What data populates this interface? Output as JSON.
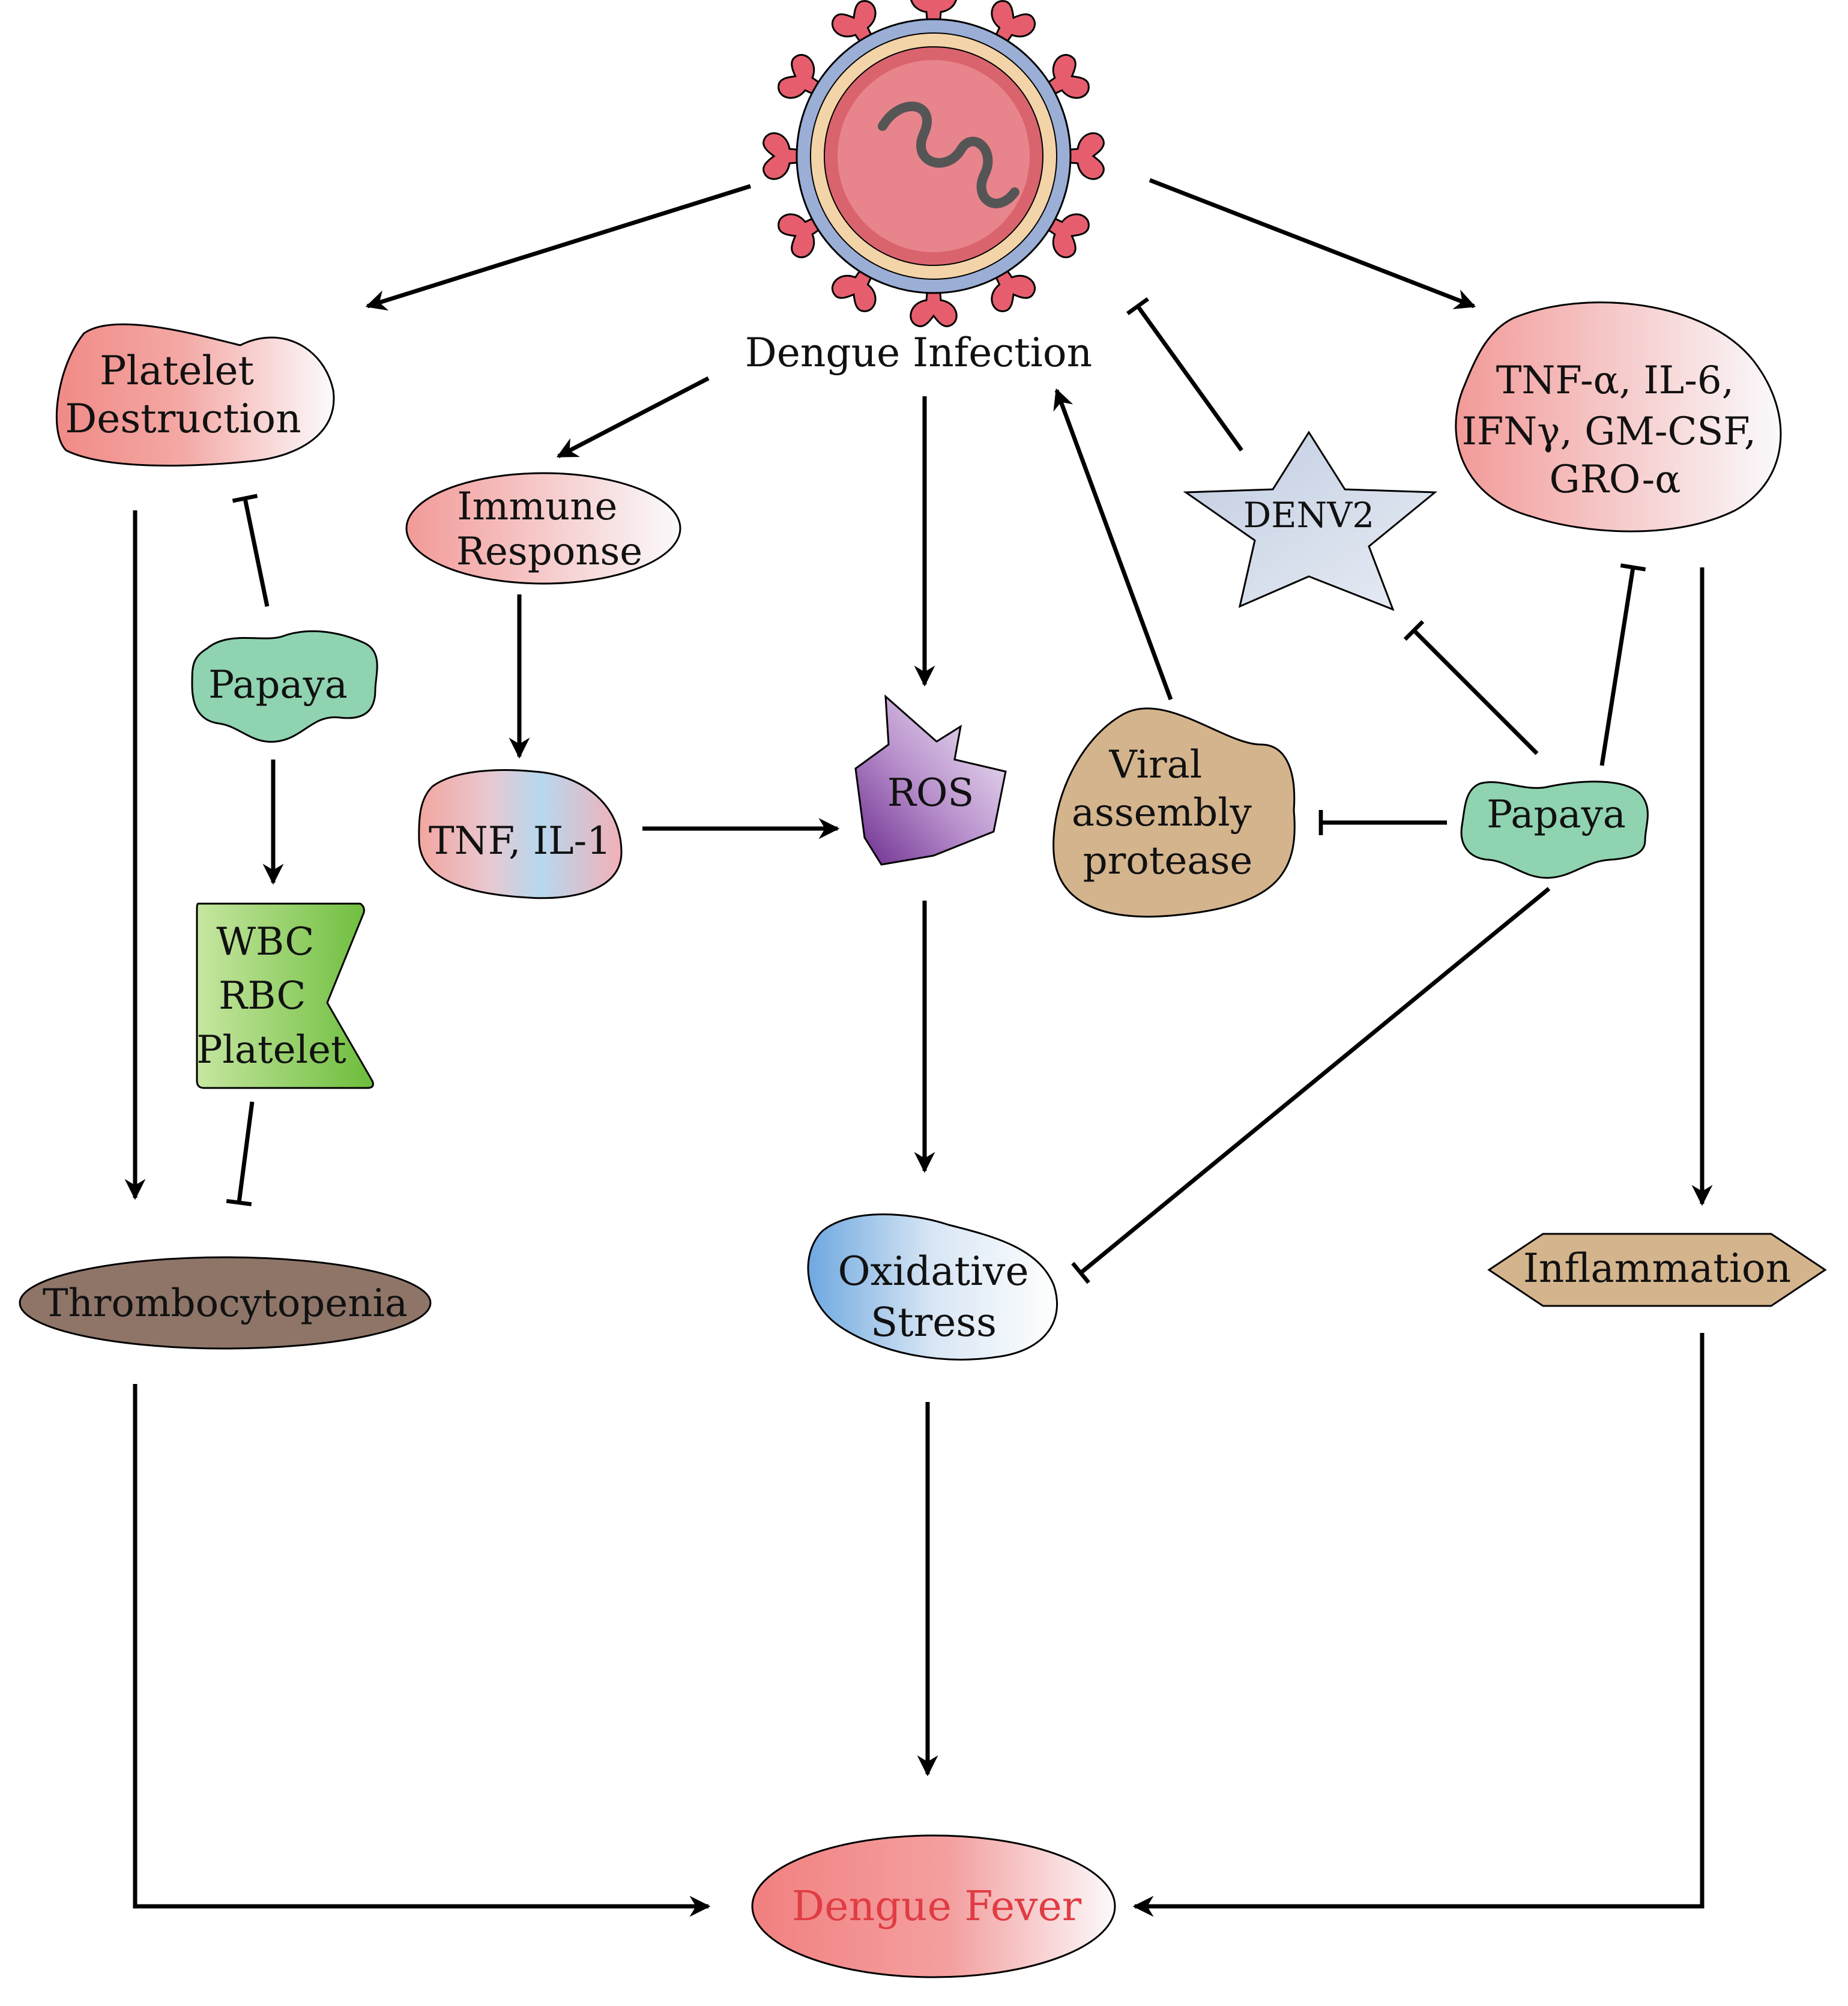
{
  "nodes": {
    "dengue_infection": {
      "label": "Dengue Infection"
    },
    "platelet_destruction": {
      "lines": [
        "Platelet",
        "Destruction"
      ]
    },
    "immune_response": {
      "lines": [
        "Immune",
        "Response"
      ]
    },
    "tnf_il1": {
      "label": "TNF, IL-1"
    },
    "ros": {
      "label": "ROS"
    },
    "viral_protease": {
      "lines": [
        "Viral",
        "assembly",
        "protease"
      ]
    },
    "denv2": {
      "label": "DENV2"
    },
    "cytokines": {
      "lines": [
        "TNF-α, IL-6,",
        "IFNγ, GM-CSF,",
        "GRO-α"
      ]
    },
    "papaya_left": {
      "label": "Papaya"
    },
    "papaya_right": {
      "label": "Papaya"
    },
    "blood_cells": {
      "lines": [
        "WBC",
        "RBC",
        "Platelet"
      ]
    },
    "thrombocytopenia": {
      "label": "Thrombocytopenia"
    },
    "oxidative_stress": {
      "lines": [
        "Oxidative",
        "Stress"
      ]
    },
    "inflammation": {
      "label": "Inflammation"
    },
    "dengue_fever": {
      "label": "Dengue Fever"
    }
  },
  "colors": {
    "virus_core": "#e8848c",
    "virus_spikes": "#e65e6e",
    "papaya_green": "#8fd3b0",
    "thrombocytopenia_brown": "#8e7568",
    "protease_tan": "#d4b48d",
    "ros_purple": "#7a3a9a",
    "dengue_fever_text": "#e03c44"
  }
}
